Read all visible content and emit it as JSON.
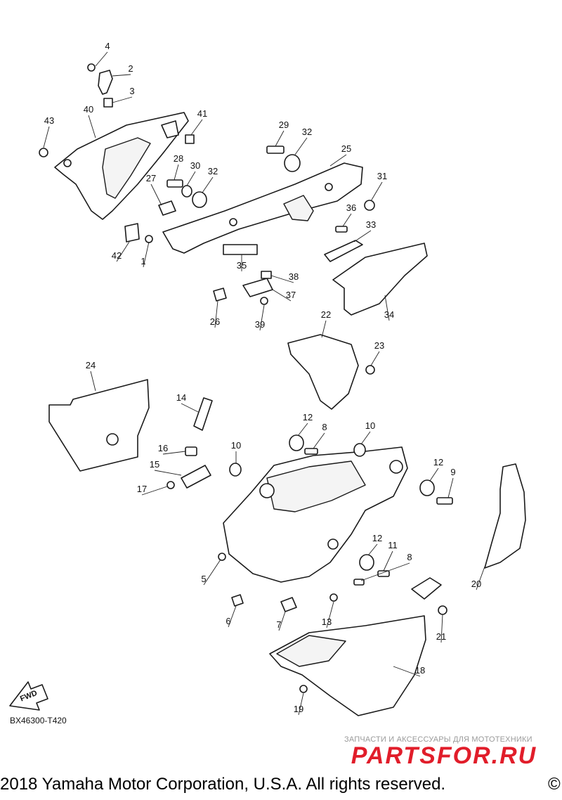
{
  "callouts": [
    {
      "id": "1",
      "label": "1"
    },
    {
      "id": "2",
      "label": "2"
    },
    {
      "id": "3",
      "label": "3"
    },
    {
      "id": "4",
      "label": "4"
    },
    {
      "id": "5",
      "label": "5"
    },
    {
      "id": "6",
      "label": "6"
    },
    {
      "id": "7",
      "label": "7"
    },
    {
      "id": "8a",
      "label": "8"
    },
    {
      "id": "8b",
      "label": "8"
    },
    {
      "id": "9",
      "label": "9"
    },
    {
      "id": "10a",
      "label": "10"
    },
    {
      "id": "10b",
      "label": "10"
    },
    {
      "id": "11",
      "label": "11"
    },
    {
      "id": "12a",
      "label": "12"
    },
    {
      "id": "12b",
      "label": "12"
    },
    {
      "id": "12c",
      "label": "12"
    },
    {
      "id": "13",
      "label": "13"
    },
    {
      "id": "14",
      "label": "14"
    },
    {
      "id": "15",
      "label": "15"
    },
    {
      "id": "16",
      "label": "16"
    },
    {
      "id": "17",
      "label": "17"
    },
    {
      "id": "18",
      "label": "18"
    },
    {
      "id": "19",
      "label": "19"
    },
    {
      "id": "20",
      "label": "20"
    },
    {
      "id": "21",
      "label": "21"
    },
    {
      "id": "22",
      "label": "22"
    },
    {
      "id": "23",
      "label": "23"
    },
    {
      "id": "24",
      "label": "24"
    },
    {
      "id": "25",
      "label": "25"
    },
    {
      "id": "26",
      "label": "26"
    },
    {
      "id": "27",
      "label": "27"
    },
    {
      "id": "28",
      "label": "28"
    },
    {
      "id": "29",
      "label": "29"
    },
    {
      "id": "30",
      "label": "30"
    },
    {
      "id": "31",
      "label": "31"
    },
    {
      "id": "32a",
      "label": "32"
    },
    {
      "id": "32b",
      "label": "32"
    },
    {
      "id": "33",
      "label": "33"
    },
    {
      "id": "34",
      "label": "34"
    },
    {
      "id": "35",
      "label": "35"
    },
    {
      "id": "36",
      "label": "36"
    },
    {
      "id": "37",
      "label": "37"
    },
    {
      "id": "38",
      "label": "38"
    },
    {
      "id": "39",
      "label": "39"
    },
    {
      "id": "40",
      "label": "40"
    },
    {
      "id": "41",
      "label": "41"
    },
    {
      "id": "42",
      "label": "42"
    },
    {
      "id": "43",
      "label": "43"
    }
  ],
  "fwd_label": "FWD",
  "diagram_code": "BX46300-T420",
  "watermark": {
    "tagline": "ЗАПЧАСТИ И АКСЕССУАРЫ ДЛЯ МОТОТЕХНИКИ",
    "brand": "PARTSFOR.RU",
    "color": "#e11d2a"
  },
  "copyright": "2018 Yamaha Motor Corporation, U.S.A. All rights reserved.",
  "copyright_symbol": "©"
}
